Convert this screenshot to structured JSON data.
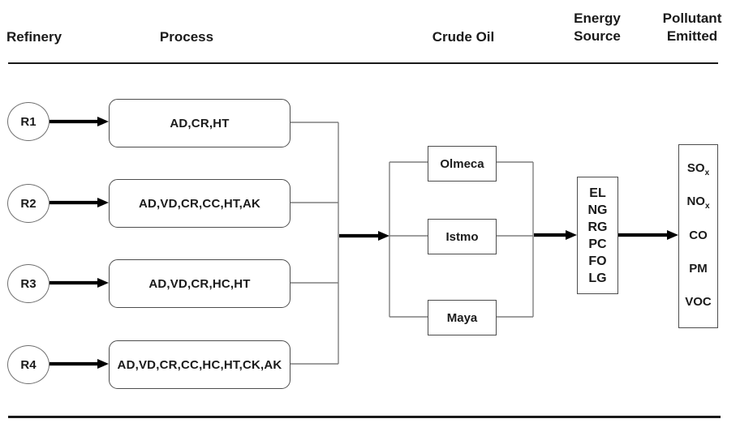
{
  "headers": {
    "refinery": "Refinery",
    "process": "Process",
    "crude_oil": "Crude Oil",
    "energy_line1": "Energy",
    "energy_line2": "Source",
    "pollutant_line1": "Pollutant",
    "pollutant_line2": "Emitted"
  },
  "refineries": [
    {
      "id": "R1",
      "process": "AD,CR,HT"
    },
    {
      "id": "R2",
      "process": "AD,VD,CR,CC,HT,AK"
    },
    {
      "id": "R3",
      "process": "AD,VD,CR,HC,HT"
    },
    {
      "id": "R4",
      "process": "AD,VD,CR,CC,HC,HT,CK,AK"
    }
  ],
  "crude_oils": [
    "Olmeca",
    "Istmo",
    "Maya"
  ],
  "energy_sources": [
    "EL",
    "NG",
    "RG",
    "PC",
    "FO",
    "LG"
  ],
  "pollutants": [
    {
      "base": "SO",
      "sub": "x"
    },
    {
      "base": "NO",
      "sub": "x"
    },
    {
      "base": "CO",
      "sub": ""
    },
    {
      "base": "PM",
      "sub": ""
    },
    {
      "base": "VOC",
      "sub": ""
    }
  ],
  "colors": {
    "ink": "#1a1a1a",
    "thin_wire": "#7f7f7f",
    "thick_wire": "#000000",
    "box_border": "#4d4d4d",
    "background": "#ffffff"
  }
}
